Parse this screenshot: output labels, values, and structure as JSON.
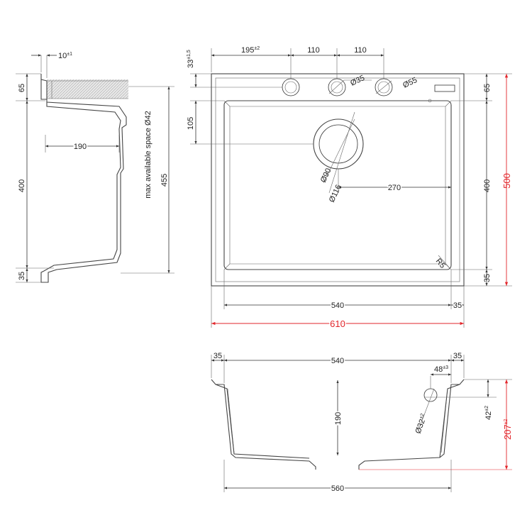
{
  "side_view": {
    "wall": "10",
    "wall_tol": "±1",
    "top": "65",
    "depth": "190",
    "height": "400",
    "bottom": "35",
    "total": "455",
    "space_note": "max available space Ø42"
  },
  "top_view": {
    "offset": "195",
    "offset_tol": "±2",
    "spacing1": "110",
    "spacing2": "110",
    "edge": "33",
    "edge_tol": "±1,5",
    "hole_dia": "Ø35",
    "hole_dia2": "Ø55",
    "drain_pos": "105",
    "drain_inner": "Ø90",
    "drain_outer": "Ø116",
    "drain_right": "270",
    "corner_radius": "R5",
    "right_top": "65",
    "right_mid": "400",
    "right_bottom": "35",
    "total_height": "500",
    "bowl_width": "540",
    "border_right": "35",
    "total_width": "610"
  },
  "front_view": {
    "left": "35",
    "width": "540",
    "right": "35",
    "overflow_pos": "48",
    "overflow_tol": "±3",
    "overflow_dia": "Ø32",
    "overflow_dia_tol": "±2",
    "overflow_h": "42",
    "overflow_h_tol": "±2",
    "depth": "190",
    "total_depth": "207",
    "total_depth_tol": "±2",
    "base_width": "560"
  },
  "colors": {
    "line": "#333333",
    "accent": "#e2262b",
    "hatch": "#b5b5b5"
  }
}
